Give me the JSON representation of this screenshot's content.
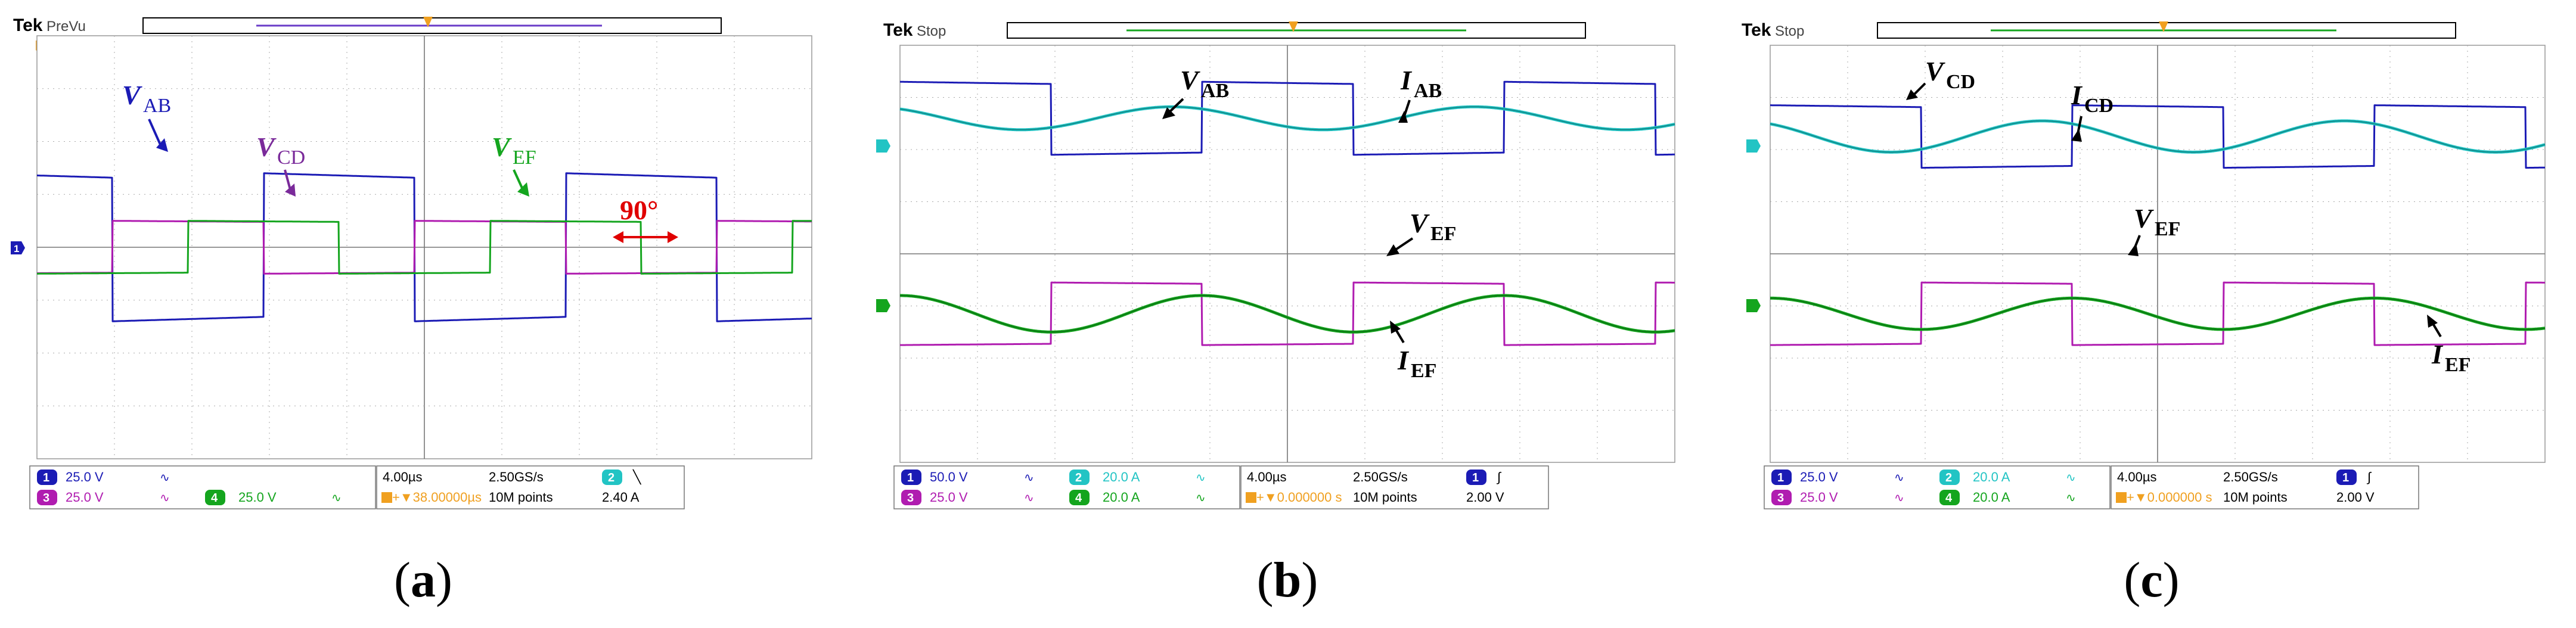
{
  "colors": {
    "ch1": "#1b1bb5",
    "ch2": "#22c4c4",
    "ch3": "#b01cb0",
    "ch4": "#14a51e",
    "ch4dark": "#0a6a12",
    "grid": "#a8a8a8",
    "trig": "#f0a020",
    "annot_red": "#e00000",
    "annot_blue": "#1b1bb5",
    "annot_purple": "#7a2a9a",
    "annot_green": "#14a51e"
  },
  "panels": [
    {
      "id": "a",
      "brand": "Tek",
      "mode": "PreVu",
      "label": {
        "open": "(",
        "letter": "a",
        "close": ")"
      },
      "readout": {
        "r1": [
          {
            "n": "1",
            "c": "ch1",
            "v": "25.0 V"
          },
          {
            "n": "",
            "c": "",
            "v": ""
          },
          {
            "n": "",
            "c": "",
            "v": ""
          }
        ],
        "r2": [
          {
            "n": "3",
            "c": "ch3",
            "v": "25.0 V"
          },
          {
            "n": "4",
            "c": "ch4",
            "v": "25.0 V"
          }
        ],
        "time": "4.00µs",
        "rate": "2.50GS/s",
        "delay": "+▼38.00000µs",
        "points": "10M points",
        "trig_ch": "2",
        "trig_slope": "╲",
        "trig_level": "2.40 A"
      },
      "annotations": [
        {
          "text": "V",
          "sub": "AB",
          "color": "annot_blue"
        },
        {
          "text": "V",
          "sub": "CD",
          "color": "annot_purple"
        },
        {
          "text": "V",
          "sub": "EF",
          "color": "annot_green"
        },
        {
          "text": "90°",
          "sub": "",
          "color": "annot_red"
        }
      ]
    },
    {
      "id": "b",
      "brand": "Tek",
      "mode": "Stop",
      "label": {
        "open": "(",
        "letter": "b",
        "close": ")"
      },
      "readout": {
        "r1": [
          {
            "n": "1",
            "c": "ch1",
            "v": "50.0 V"
          },
          {
            "n": "2",
            "c": "ch2",
            "v": "20.0 A"
          }
        ],
        "r2": [
          {
            "n": "3",
            "c": "ch3",
            "v": "25.0 V"
          },
          {
            "n": "4",
            "c": "ch4",
            "v": "20.0 A"
          }
        ],
        "time": "4.00µs",
        "rate": "2.50GS/s",
        "delay": "+▼0.000000 s",
        "points": "10M points",
        "trig_ch": "1",
        "trig_slope": "∫",
        "trig_level": "2.00 V"
      },
      "annotations": [
        {
          "text": "V",
          "sub": "AB",
          "color": "black"
        },
        {
          "text": "I",
          "sub": "AB",
          "color": "black"
        },
        {
          "text": "V",
          "sub": "EF",
          "color": "black"
        },
        {
          "text": "I",
          "sub": "EF",
          "color": "black"
        }
      ]
    },
    {
      "id": "c",
      "brand": "Tek",
      "mode": "Stop",
      "label": {
        "open": "(",
        "letter": "c",
        "close": ")"
      },
      "readout": {
        "r1": [
          {
            "n": "1",
            "c": "ch1",
            "v": "25.0 V"
          },
          {
            "n": "2",
            "c": "ch2",
            "v": "20.0 A"
          }
        ],
        "r2": [
          {
            "n": "3",
            "c": "ch3",
            "v": "25.0 V"
          },
          {
            "n": "4",
            "c": "ch4",
            "v": "20.0 A"
          }
        ],
        "time": "4.00µs",
        "rate": "2.50GS/s",
        "delay": "+▼0.000000 s",
        "points": "10M points",
        "trig_ch": "1",
        "trig_slope": "∫",
        "trig_level": "2.00 V"
      },
      "annotations": [
        {
          "text": "V",
          "sub": "CD",
          "color": "black"
        },
        {
          "text": "I",
          "sub": "CD",
          "color": "black"
        },
        {
          "text": "V",
          "sub": "EF",
          "color": "black"
        },
        {
          "text": "I",
          "sub": "EF",
          "color": "black"
        }
      ]
    }
  ],
  "chart_data": [
    {
      "type": "line",
      "title": "",
      "xlabel": "",
      "ylabel": "",
      "grid": true,
      "x_divisions": 10,
      "y_divisions": 8,
      "time_per_div": "4.00µs",
      "series": [
        {
          "channel": 1,
          "kind": "square",
          "period_div": 3.9,
          "amplitude_div": 1.4,
          "offset_div": 0
        },
        {
          "channel": 3,
          "kind": "square",
          "period_div": 3.9,
          "amplitude_div": 0.5,
          "offset_div": 0
        },
        {
          "channel": 4,
          "kind": "square",
          "period_div": 3.9,
          "amplitude_div": 0.5,
          "offset_div": 0
        }
      ]
    },
    {
      "type": "line",
      "title": "",
      "xlabel": "",
      "ylabel": "",
      "grid": true,
      "x_divisions": 10,
      "y_divisions": 8,
      "time_per_div": "4.00µs",
      "series": [
        {
          "channel": 1,
          "kind": "square",
          "period_div": 3.9,
          "amplitude_div": 0.7,
          "offset_div": 2.6
        },
        {
          "channel": 2,
          "kind": "sine",
          "period_div": 3.9,
          "amplitude_div": 0.22,
          "offset_div": 2.6
        },
        {
          "channel": 3,
          "kind": "square",
          "period_div": 3.9,
          "amplitude_div": 0.6,
          "offset_div": -1.15
        },
        {
          "channel": 4,
          "kind": "sine",
          "period_div": 3.9,
          "amplitude_div": 0.35,
          "offset_div": -1.15
        }
      ]
    },
    {
      "type": "line",
      "title": "",
      "xlabel": "",
      "ylabel": "",
      "grid": true,
      "x_divisions": 10,
      "y_divisions": 8,
      "time_per_div": "4.00µs",
      "series": [
        {
          "channel": 1,
          "kind": "square",
          "period_div": 3.9,
          "amplitude_div": 0.6,
          "offset_div": 2.25
        },
        {
          "channel": 2,
          "kind": "sine",
          "period_div": 3.9,
          "amplitude_div": 0.3,
          "offset_div": 2.25
        },
        {
          "channel": 3,
          "kind": "square",
          "period_div": 3.9,
          "amplitude_div": 0.6,
          "offset_div": -1.15
        },
        {
          "channel": 4,
          "kind": "sine",
          "period_div": 3.9,
          "amplitude_div": 0.3,
          "offset_div": -1.15
        }
      ]
    }
  ]
}
